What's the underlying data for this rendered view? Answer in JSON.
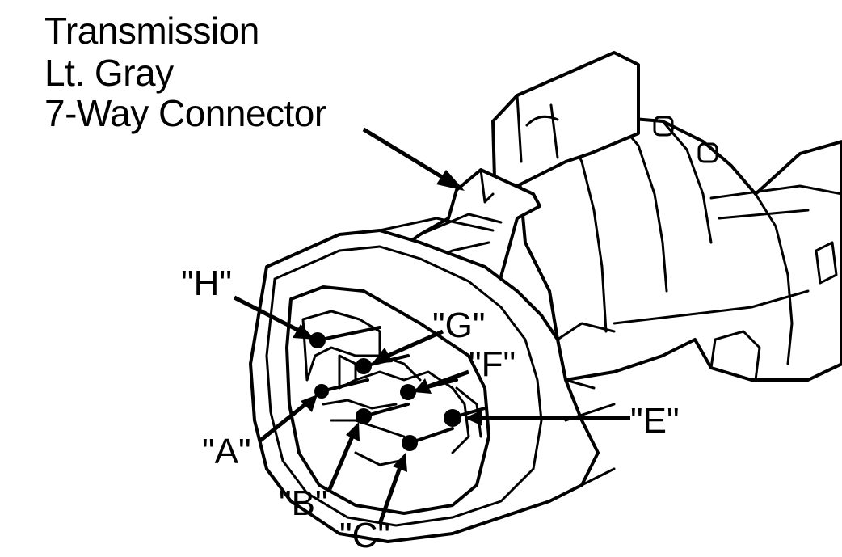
{
  "title": {
    "line1": "Transmission",
    "line2": "Lt. Gray",
    "line3": "7-Way Connector"
  },
  "pins": {
    "H": "\"H\"",
    "G": "\"G\"",
    "F": "\"F\"",
    "E": "\"E\"",
    "A": "\"A\"",
    "B": "\"B\"",
    "C": "\"C\""
  },
  "colors": {
    "ink": "#000000",
    "paper": "#ffffff"
  }
}
